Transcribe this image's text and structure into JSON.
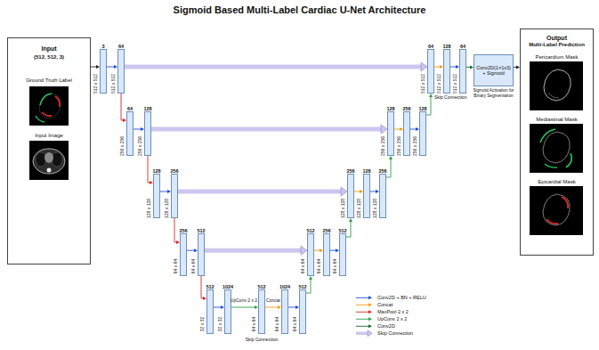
{
  "diagram": {
    "title": "Sigmoid Based Multi-Label Cardiac U-Net Architecture",
    "nodes": [
      {
        "text": [
          "Input",
          "(512, 512, 3)",
          "Ground Truth Label",
          "Input Image"
        ]
      },
      {
        "text": [
          "3",
          "512 x 512"
        ]
      },
      {
        "text": [
          "64",
          "512 x 512"
        ]
      },
      {
        "text": [
          "64",
          "256 x 256"
        ]
      },
      {
        "text": [
          "128",
          "256 x 256"
        ]
      },
      {
        "text": [
          "128",
          "128 x 128"
        ]
      },
      {
        "text": [
          "256",
          "128 x 128"
        ]
      },
      {
        "text": [
          "256",
          "64 x 64"
        ]
      },
      {
        "text": [
          "512",
          "64 x 64"
        ]
      },
      {
        "text": [
          "512",
          "32 x 32"
        ]
      },
      {
        "text": [
          "1024",
          "32 x 32"
        ]
      },
      {
        "text": [
          "512",
          "64 x 64"
        ]
      },
      {
        "text": [
          "1024",
          "64 x 64"
        ]
      },
      {
        "text": [
          "512",
          "64 x 64"
        ]
      },
      {
        "text": [
          "512",
          "64 x 64"
        ]
      },
      {
        "text": [
          "256",
          "64 x 64"
        ]
      },
      {
        "text": [
          "512",
          "64 x 64"
        ]
      },
      {
        "text": [
          "256",
          "128 x 128"
        ]
      },
      {
        "text": [
          "128",
          "128 x 128"
        ]
      },
      {
        "text": [
          "256",
          "128 x 128"
        ]
      },
      {
        "text": [
          "128",
          "256 x 256"
        ]
      },
      {
        "text": [
          "256",
          "256 x 256"
        ]
      },
      {
        "text": [
          "128",
          "256 x 256"
        ]
      },
      {
        "text": [
          "64",
          "512 x 512"
        ]
      },
      {
        "text": [
          "128",
          "512 x 512"
        ]
      },
      {
        "text": [
          "64",
          "512 x 512"
        ]
      },
      {
        "text": [
          "Conv2D(1×1x3) + Sigmoid",
          "Sigmoid Activation for Binary Segmentation"
        ]
      },
      {
        "text": [
          "Output",
          "Multi-Label Prediction",
          "Pericardium Mask",
          "Mediastinal Mask",
          "Epicardial Mask"
        ]
      }
    ],
    "edges": [
      {
        "from": 0,
        "to": 1,
        "arrow": "to"
      },
      {
        "from": 1,
        "to": 2,
        "arrow": "to"
      },
      {
        "from": 2,
        "to": 3,
        "arrow": "to"
      },
      {
        "from": 3,
        "to": 4,
        "arrow": "to"
      },
      {
        "from": 4,
        "to": 5,
        "arrow": "to"
      },
      {
        "from": 5,
        "to": 6,
        "arrow": "to"
      },
      {
        "from": 6,
        "to": 7,
        "arrow": "to"
      },
      {
        "from": 7,
        "to": 8,
        "arrow": "to"
      },
      {
        "from": 8,
        "to": 9,
        "arrow": "to"
      },
      {
        "from": 9,
        "to": 10,
        "arrow": "to"
      },
      {
        "from": 10,
        "to": 11,
        "arrow": "to"
      },
      {
        "from": 11,
        "to": 12,
        "arrow": "to"
      },
      {
        "from": 12,
        "to": 13,
        "arrow": "to"
      },
      {
        "from": 13,
        "to": 14,
        "arrow": "to"
      },
      {
        "from": 14,
        "to": 15,
        "arrow": "to"
      },
      {
        "from": 15,
        "to": 16,
        "arrow": "to"
      },
      {
        "from": 16,
        "to": 17,
        "arrow": "to"
      },
      {
        "from": 17,
        "to": 18,
        "arrow": "to"
      },
      {
        "from": 18,
        "to": 19,
        "arrow": "to"
      },
      {
        "from": 19,
        "to": 20,
        "arrow": "to"
      },
      {
        "from": 20,
        "to": 21,
        "arrow": "to"
      },
      {
        "from": 21,
        "to": 22,
        "arrow": "to"
      },
      {
        "from": 22,
        "to": 23,
        "arrow": "to"
      },
      {
        "from": 23,
        "to": 24,
        "arrow": "to"
      },
      {
        "from": 24,
        "to": 25,
        "arrow": "to"
      },
      {
        "from": 25,
        "to": 26,
        "arrow": "to"
      },
      {
        "from": 26,
        "to": 27,
        "arrow": "to"
      },
      {
        "from": 2,
        "to": 23,
        "arrow": "to"
      },
      {
        "from": 4,
        "to": 20,
        "arrow": "to"
      },
      {
        "from": 6,
        "to": 17,
        "arrow": "to"
      },
      {
        "from": 8,
        "to": 14,
        "arrow": "to"
      }
    ],
    "labels": [
      "Skip Connection",
      "UpConv 2 x 2",
      "Concat",
      "Skip Connection"
    ],
    "legend": [
      {
        "text": "Conv2D + BN + RELU"
      },
      {
        "text": "Concat"
      },
      {
        "text": "MaxPool 2 x 2"
      },
      {
        "text": "UpConv 2 x 2"
      },
      {
        "text": "Conv2D"
      },
      {
        "text": "Skip Connection"
      }
    ]
  }
}
